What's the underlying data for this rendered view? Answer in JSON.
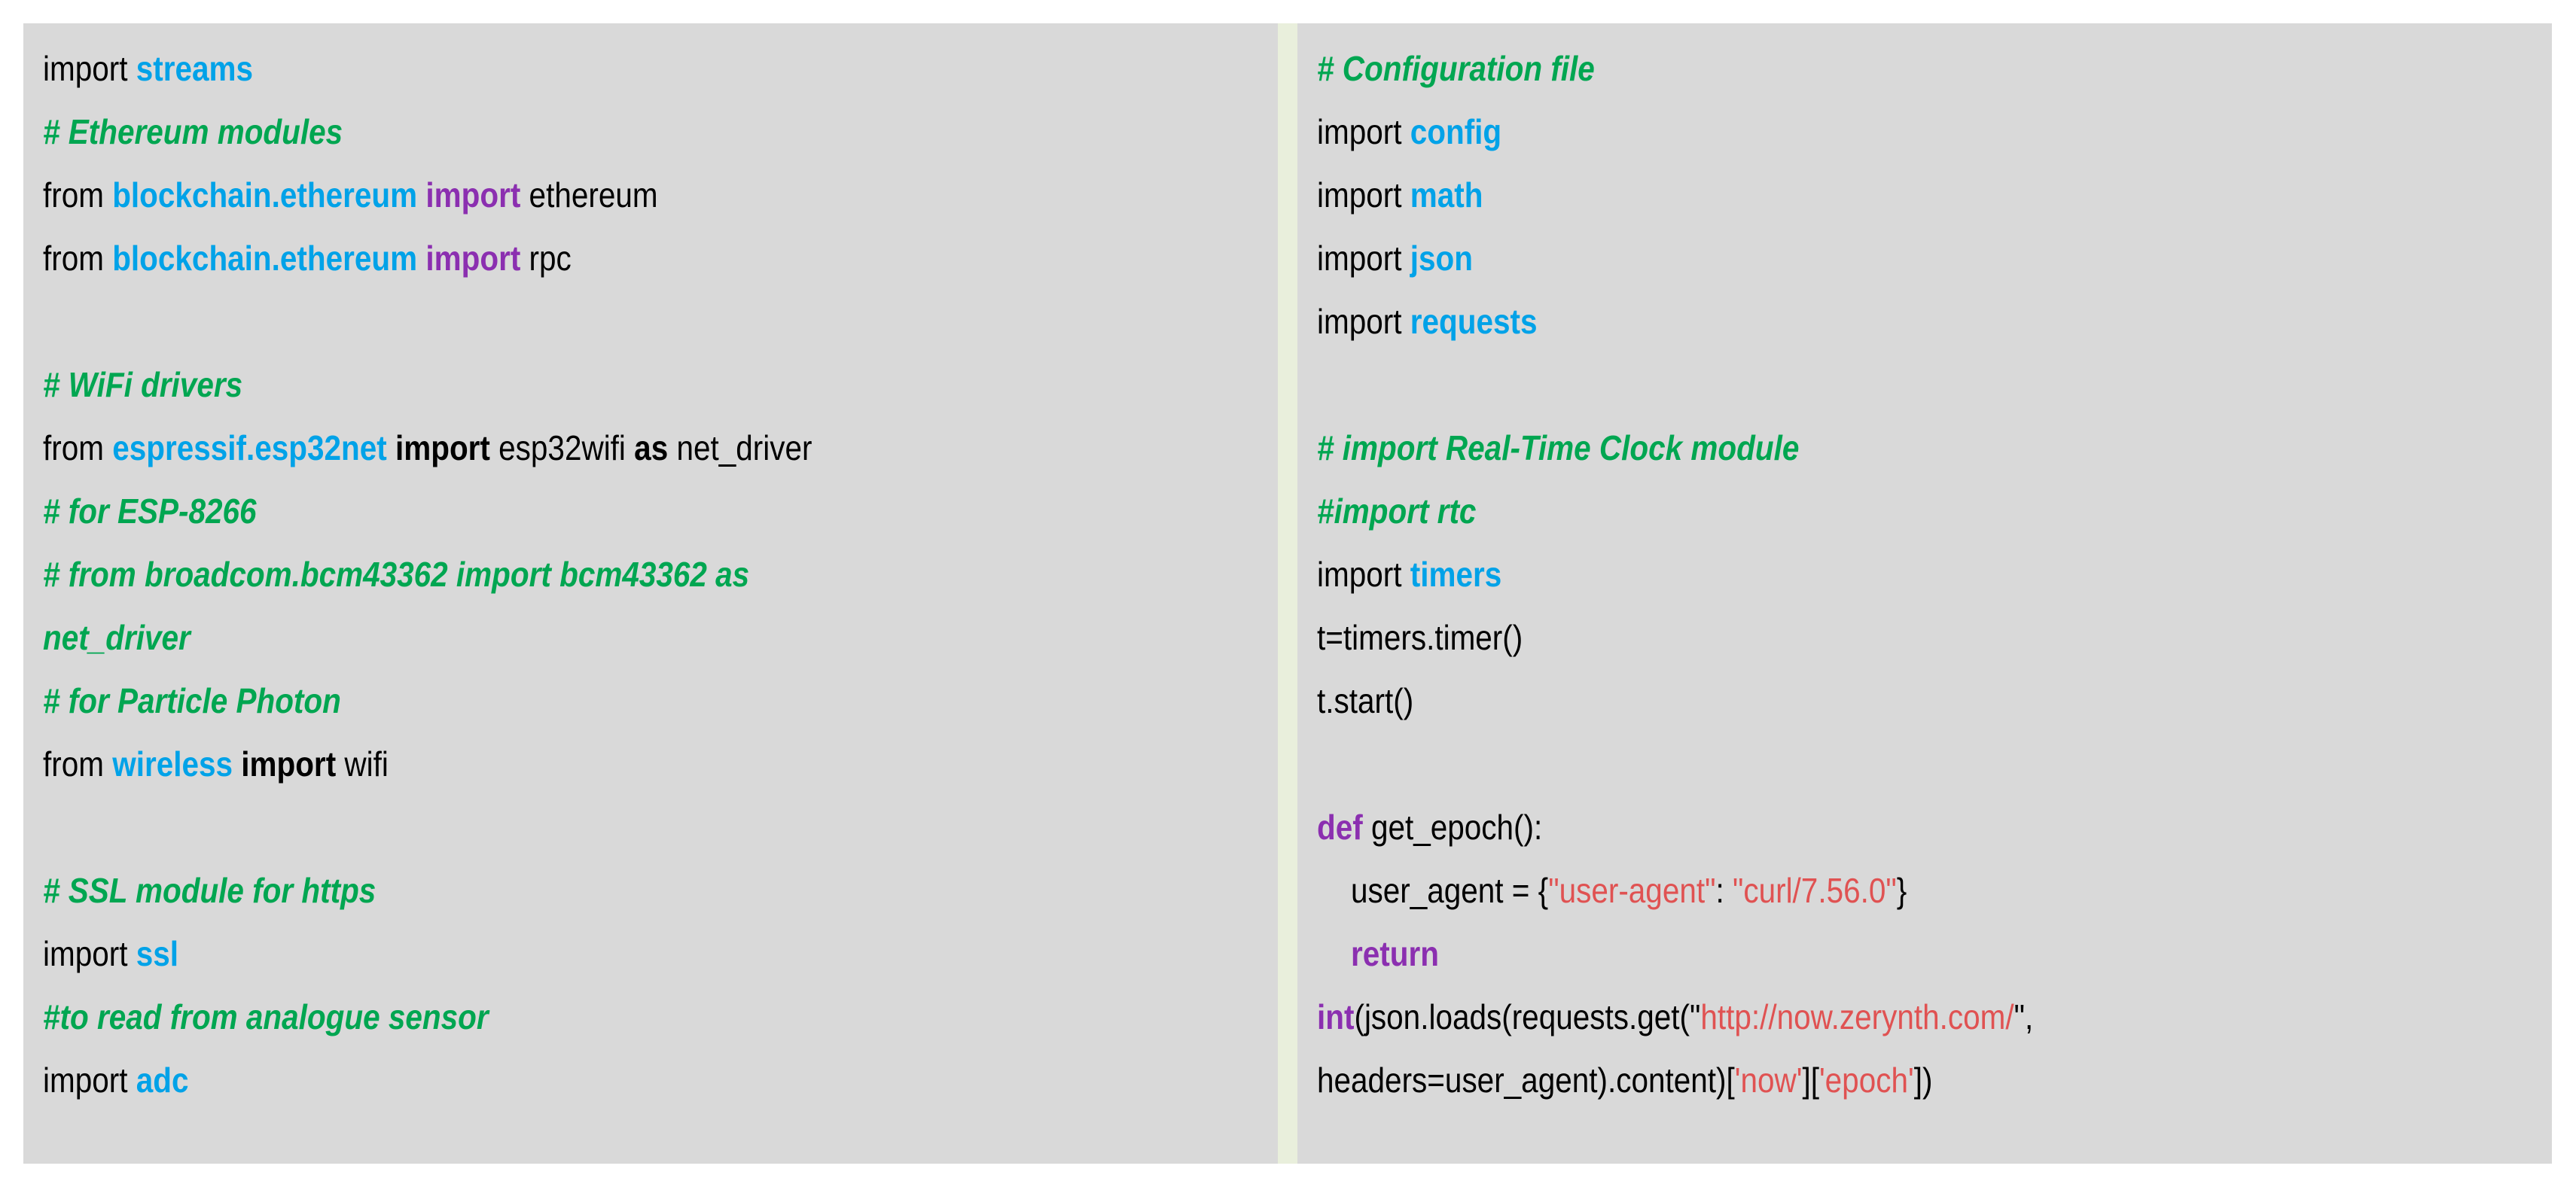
{
  "theme": {
    "page_background": "#FFFFFF",
    "panel_background": "#D9D9D9",
    "divider_color": "#E9EFDC",
    "color_default": "#000000",
    "color_module": "#00A2E8",
    "color_comment": "#00A651",
    "color_keyword": "#8B2FB0",
    "color_string": "#E05252"
  },
  "panels": [
    {
      "name": "left-code-panel",
      "lines": [
        {
          "id": "l1",
          "tokens": [
            {
              "t": "import ",
              "c": "def"
            },
            {
              "t": "streams",
              "c": "mod"
            }
          ]
        },
        {
          "id": "l2",
          "tokens": [
            {
              "t": "# Ethereum modules",
              "c": "com"
            }
          ]
        },
        {
          "id": "l3",
          "tokens": [
            {
              "t": "from ",
              "c": "def"
            },
            {
              "t": "blockchain.ethereum ",
              "c": "mod"
            },
            {
              "t": "import",
              "c": "kw"
            },
            {
              "t": " ethereum",
              "c": "def"
            }
          ]
        },
        {
          "id": "l4",
          "tokens": [
            {
              "t": "from ",
              "c": "def"
            },
            {
              "t": "blockchain.ethereum ",
              "c": "mod"
            },
            {
              "t": "import",
              "c": "kw"
            },
            {
              "t": " rpc",
              "c": "def"
            }
          ]
        },
        {
          "id": "l5",
          "tokens": []
        },
        {
          "id": "l6",
          "tokens": [
            {
              "t": "# WiFi drivers",
              "c": "com"
            }
          ]
        },
        {
          "id": "l7",
          "tokens": [
            {
              "t": "from ",
              "c": "def"
            },
            {
              "t": "espressif.esp32net ",
              "c": "mod"
            },
            {
              "t": "import",
              "c": "kwb"
            },
            {
              "t": " esp32wifi ",
              "c": "def"
            },
            {
              "t": "as",
              "c": "kwb"
            },
            {
              "t": " net_driver",
              "c": "def"
            }
          ]
        },
        {
          "id": "l8",
          "tokens": [
            {
              "t": "# for ESP-8266",
              "c": "com"
            }
          ]
        },
        {
          "id": "l9",
          "tokens": [
            {
              "t": "# from broadcom.bcm43362 import bcm43362 as",
              "c": "com"
            }
          ]
        },
        {
          "id": "l10",
          "tokens": [
            {
              "t": "net_driver",
              "c": "com"
            }
          ]
        },
        {
          "id": "l11",
          "tokens": [
            {
              "t": "# for Particle Photon",
              "c": "com"
            }
          ]
        },
        {
          "id": "l12",
          "tokens": [
            {
              "t": "from ",
              "c": "def"
            },
            {
              "t": "wireless ",
              "c": "mod"
            },
            {
              "t": "import",
              "c": "kwb"
            },
            {
              "t": " wifi",
              "c": "def"
            }
          ]
        },
        {
          "id": "l13",
          "tokens": []
        },
        {
          "id": "l14",
          "tokens": [
            {
              "t": "# SSL module for https",
              "c": "com"
            }
          ]
        },
        {
          "id": "l15",
          "tokens": [
            {
              "t": "import ",
              "c": "def"
            },
            {
              "t": "ssl",
              "c": "mod"
            }
          ]
        },
        {
          "id": "l16",
          "tokens": [
            {
              "t": "#to read from analogue sensor",
              "c": "com"
            }
          ]
        },
        {
          "id": "l17",
          "tokens": [
            {
              "t": "import ",
              "c": "def"
            },
            {
              "t": "adc",
              "c": "mod"
            }
          ]
        }
      ]
    },
    {
      "name": "right-code-panel",
      "lines": [
        {
          "id": "r1",
          "tokens": [
            {
              "t": "# Configuration file",
              "c": "com"
            }
          ]
        },
        {
          "id": "r2",
          "tokens": [
            {
              "t": "import ",
              "c": "def"
            },
            {
              "t": "config",
              "c": "mod"
            }
          ]
        },
        {
          "id": "r3",
          "tokens": [
            {
              "t": "import ",
              "c": "def"
            },
            {
              "t": "math",
              "c": "mod"
            }
          ]
        },
        {
          "id": "r4",
          "tokens": [
            {
              "t": "import ",
              "c": "def"
            },
            {
              "t": "json",
              "c": "mod"
            }
          ]
        },
        {
          "id": "r5",
          "tokens": [
            {
              "t": "import ",
              "c": "def"
            },
            {
              "t": "requests",
              "c": "mod"
            }
          ]
        },
        {
          "id": "r6",
          "tokens": []
        },
        {
          "id": "r7",
          "tokens": [
            {
              "t": "# import Real-Time Clock module",
              "c": "com"
            }
          ]
        },
        {
          "id": "r8",
          "tokens": [
            {
              "t": "#import rtc",
              "c": "com"
            }
          ]
        },
        {
          "id": "r9",
          "tokens": [
            {
              "t": "import ",
              "c": "def"
            },
            {
              "t": "timers",
              "c": "mod"
            }
          ]
        },
        {
          "id": "r10",
          "tokens": [
            {
              "t": "t=timers.timer()",
              "c": "def"
            }
          ]
        },
        {
          "id": "r11",
          "tokens": [
            {
              "t": "t.start()",
              "c": "def"
            }
          ]
        },
        {
          "id": "r12",
          "tokens": []
        },
        {
          "id": "r13",
          "tokens": [
            {
              "t": "def",
              "c": "kw"
            },
            {
              "t": " get_epoch():",
              "c": "def"
            }
          ]
        },
        {
          "id": "r14",
          "tokens": [
            {
              "t": "    user_agent = {",
              "c": "def"
            },
            {
              "t": "\"user-agent\"",
              "c": "str"
            },
            {
              "t": ": ",
              "c": "def"
            },
            {
              "t": "\"curl/7.56.0\"",
              "c": "str"
            },
            {
              "t": "}",
              "c": "def"
            }
          ]
        },
        {
          "id": "r15",
          "tokens": [
            {
              "t": "    ",
              "c": "def"
            },
            {
              "t": "return",
              "c": "kw"
            }
          ]
        },
        {
          "id": "r16",
          "tokens": [
            {
              "t": "int",
              "c": "kw"
            },
            {
              "t": "(json.loads(requests.get(\"",
              "c": "def"
            },
            {
              "t": "http://now.zerynth.com/",
              "c": "str"
            },
            {
              "t": "\",",
              "c": "def"
            }
          ]
        },
        {
          "id": "r17",
          "tokens": [
            {
              "t": "headers=user_agent).content)[",
              "c": "def"
            },
            {
              "t": "'now'",
              "c": "str"
            },
            {
              "t": "][",
              "c": "def"
            },
            {
              "t": "'epoch'",
              "c": "str"
            },
            {
              "t": "])",
              "c": "def"
            }
          ]
        }
      ]
    }
  ]
}
